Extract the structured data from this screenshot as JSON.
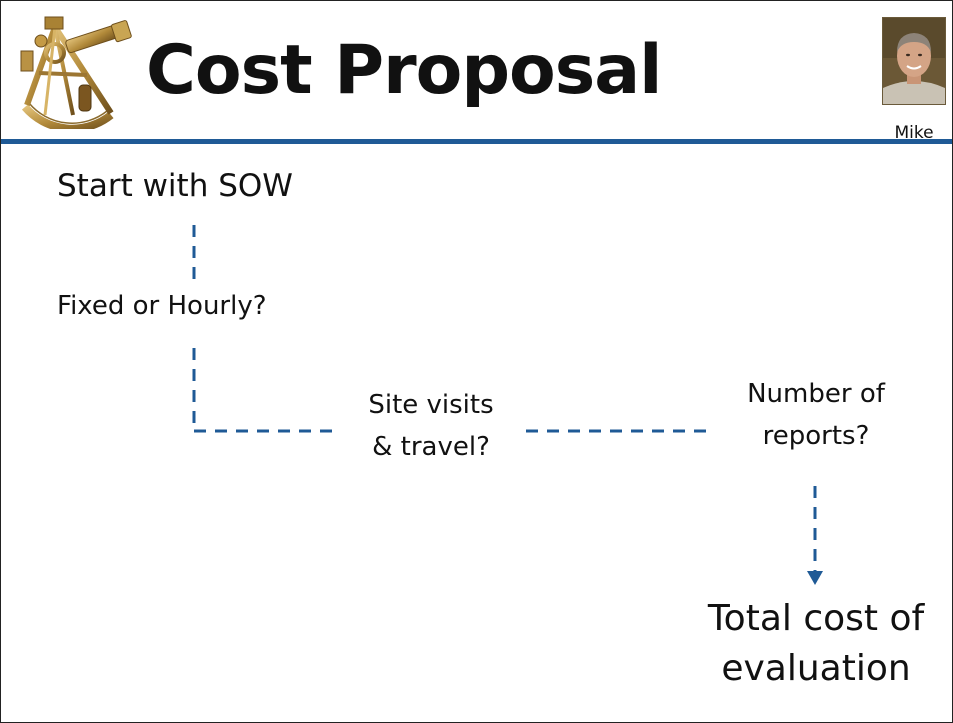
{
  "slide": {
    "title": "Cost Proposal",
    "presenter_name": "Mike",
    "logo_icon": "sextant-icon",
    "rule_color": "#1f5a96",
    "connector_color": "#1f5a96"
  },
  "flow": {
    "start": "Start with SOW",
    "fixed_or_hourly": "Fixed or Hourly?",
    "site_visits_line1": "Site visits",
    "site_visits_line2": "& travel?",
    "reports_line1": "Number of",
    "reports_line2": "reports?",
    "total_line1": "Total cost of",
    "total_line2": "evaluation"
  }
}
